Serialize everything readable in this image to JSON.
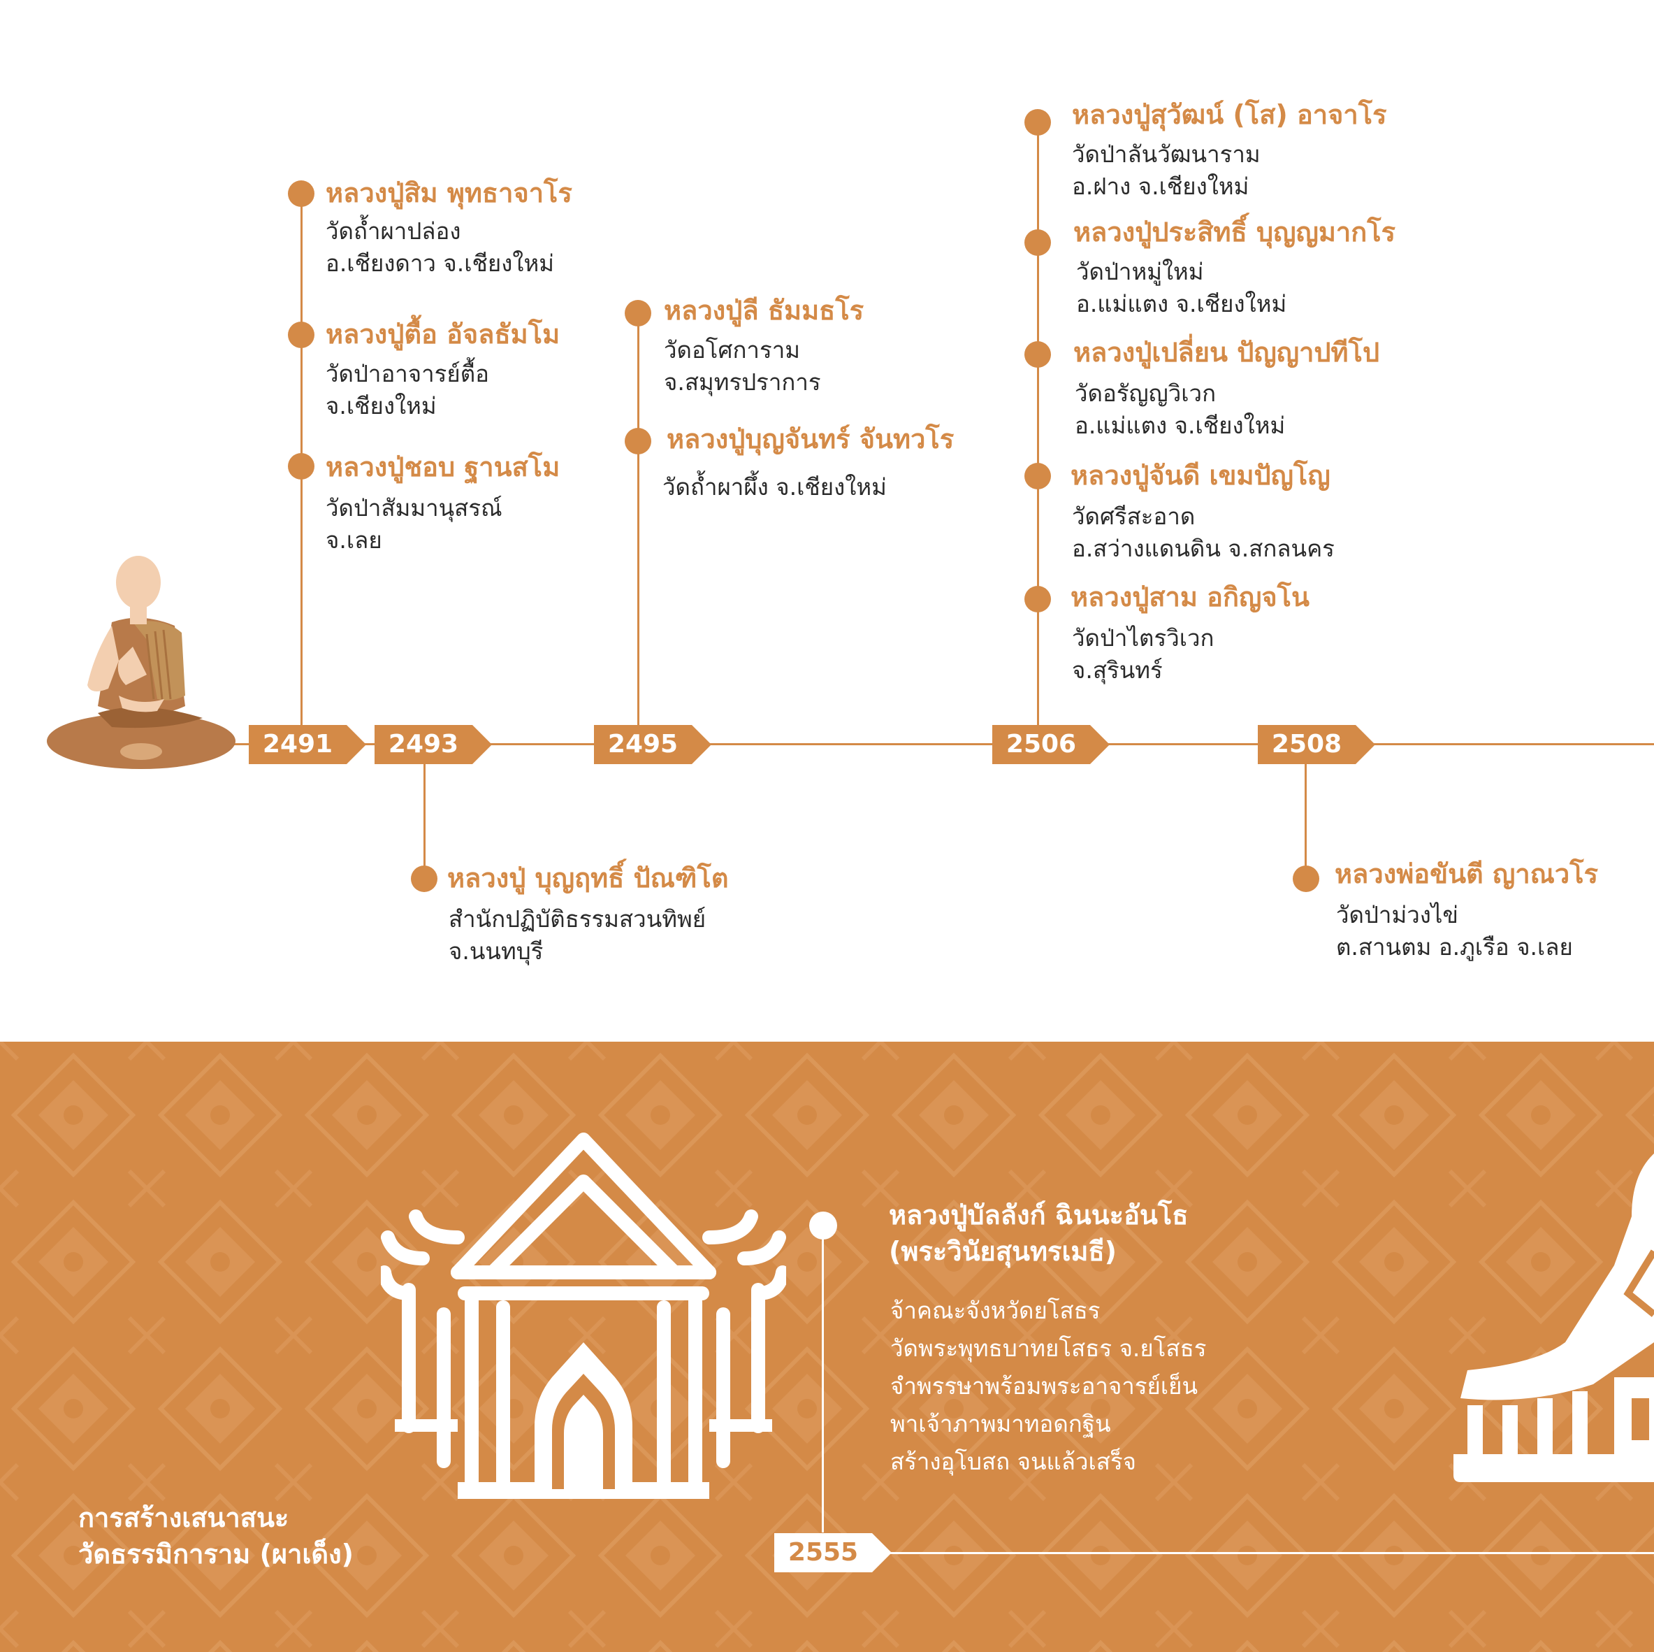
{
  "colors": {
    "accent": "#d48a47",
    "text": "#2a2a2a",
    "band_bg": "#d48a47",
    "white": "#ffffff"
  },
  "timeline": {
    "years": [
      "2491",
      "2493",
      "2495",
      "2506",
      "2508"
    ],
    "entries": [
      {
        "name": "หลวงปู่สิม พุทธาจาโร",
        "lines": [
          "วัดถ้ำผาปล่อง",
          "อ.เชียงดาว จ.เชียงใหม่"
        ]
      },
      {
        "name": "หลวงปู่ตื้อ อัจลธัมโม",
        "lines": [
          "วัดป่าอาจารย์ตื้อ",
          "จ.เชียงใหม่"
        ]
      },
      {
        "name": "หลวงปู่ชอบ ฐานสโม",
        "lines": [
          "วัดป่าสัมมานุสรณ์",
          "จ.เลย"
        ]
      },
      {
        "name": "หลวงปู่ บุญฤทธิ์ ปัณฑิโต",
        "lines": [
          "สำนักปฏิบัติธรรมสวนทิพย์",
          "จ.นนทบุรี"
        ]
      },
      {
        "name": "หลวงปู่ลี ธัมมธโร",
        "lines": [
          "วัดอโศการาม",
          "จ.สมุทรปราการ"
        ]
      },
      {
        "name": "หลวงปู่บุญจันทร์ จันทวโร",
        "lines": [
          "วัดถ้ำผาผึ้ง จ.เชียงใหม่"
        ]
      },
      {
        "name": "หลวงปู่สุวัฒน์ (โส)  อาจาโร",
        "lines": [
          "วัดป่าลันวัฒนาราม",
          "อ.ฝาง จ.เชียงใหม่"
        ]
      },
      {
        "name": "หลวงปู่ประสิทธิ์ บุญญมากโร",
        "lines": [
          "วัดป่าหมู่ใหม่",
          "อ.แม่แตง จ.เชียงใหม่"
        ]
      },
      {
        "name": "หลวงปู่เปลี่ยน ปัญญาปทีโป",
        "lines": [
          "วัดอรัญญวิเวก",
          "อ.แม่แตง จ.เชียงใหม่"
        ]
      },
      {
        "name": "หลวงปู่จันดี เขมปัญโญ",
        "lines": [
          "วัดศรีสะอาด",
          "อ.สว่างแดนดิน จ.สกลนคร"
        ]
      },
      {
        "name": "หลวงปู่สาม อกิญจโน",
        "lines": [
          "วัดป่าไตรวิเวก",
          "จ.สุรินทร์"
        ]
      },
      {
        "name": "หลวงพ่อขันตี ญาณวโร",
        "lines": [
          "วัดป่าม่วงไข่",
          "ต.สานตม อ.ภูเรือ จ.เลย"
        ]
      }
    ]
  },
  "construction": {
    "title_lines": [
      "การสร้างเสนาสนะ",
      "วัดธรรมิการาม (ผาเด็ง)"
    ],
    "year": "2555",
    "name_lines": [
      "หลวงปู่บัลลังก์ ฉินนะอันโธ",
      "(พระวินัยสุนทรเมธี)"
    ],
    "lines": [
      "จ้าคณะจังหวัดยโสธร",
      "วัดพระพุทธบาทยโสธร จ.ยโสธร",
      "จำพรรษาพร้อมพระอาจารย์เย็น",
      "พาเจ้าภาพมาทอดกฐิน",
      "สร้างอุโบสถ จนแล้วเสร็จ"
    ]
  },
  "icons": [
    "seated-monk-icon",
    "temple-gate-icon",
    "temple-hall-icon"
  ]
}
